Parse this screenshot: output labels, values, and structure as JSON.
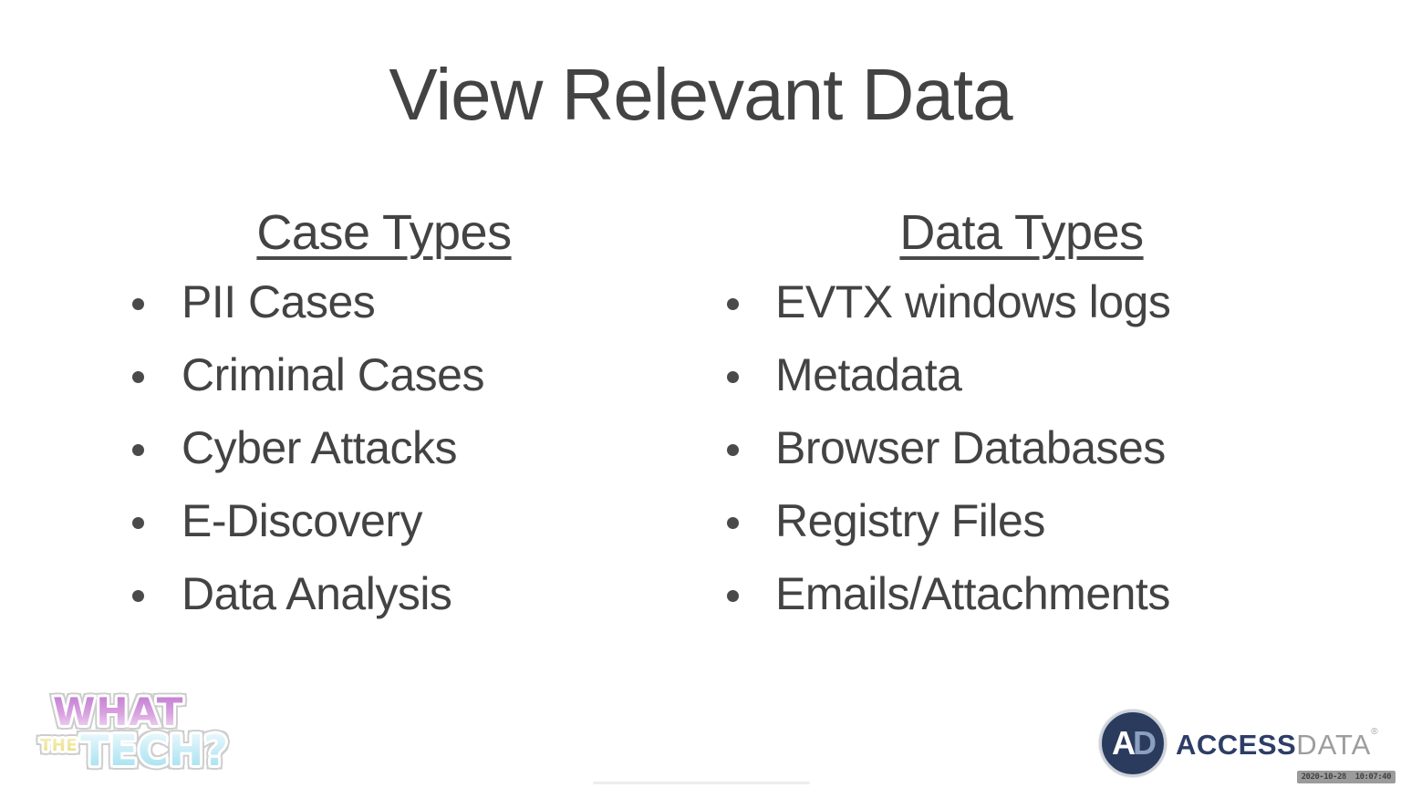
{
  "slide": {
    "title": "View Relevant Data",
    "case_types": {
      "heading": "Case Types",
      "items": [
        "PII Cases",
        "Criminal Cases",
        "Cyber Attacks",
        "E-Discovery",
        "Data Analysis"
      ]
    },
    "data_types": {
      "heading": "Data Types",
      "items": [
        "EVTX windows logs",
        "Metadata",
        "Browser Databases",
        "Registry Files",
        "Emails/Attachments"
      ]
    }
  },
  "watermark": {
    "word1": "WHAT",
    "word2": "THE",
    "word3": "TECH?"
  },
  "vendor_logo": {
    "monogram_a": "A",
    "monogram_d": "D",
    "name_primary": "ACCESS",
    "name_secondary": "DATA",
    "registered_mark": "®"
  },
  "overlay": {
    "timestamp": "2020-10-28  10:07:40"
  },
  "colors": {
    "slide_text": "#434343",
    "vendor_navy": "#2d3e66",
    "vendor_gray": "#9d9d9d",
    "timestamp_bg": "#9b9b9b",
    "watermark_purple": "#cf8ed9",
    "watermark_yellow": "#ece293",
    "watermark_cyan": "#b5e6f2"
  }
}
